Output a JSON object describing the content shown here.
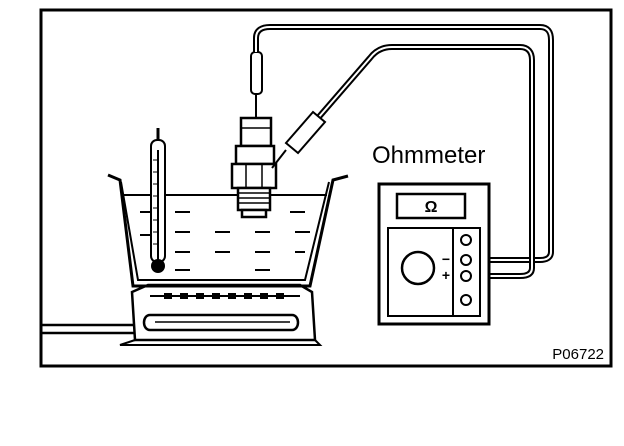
{
  "labels": {
    "ohmmeter": "Ohmmeter",
    "figure_id": "P06722",
    "display_symbol": "Ω",
    "minus_sign": "−",
    "plus_sign": "+"
  },
  "colors": {
    "ink": "#000000",
    "paper": "#ffffff"
  }
}
